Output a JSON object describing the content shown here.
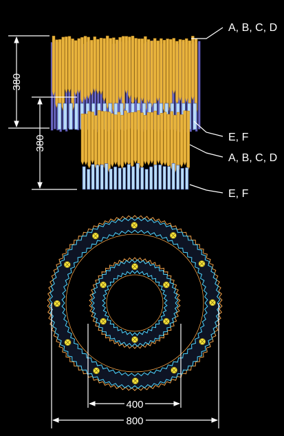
{
  "elevation": {
    "height_upper": "380",
    "height_lower": "380",
    "callouts": [
      "A, B, C, D",
      "E, F",
      "A, B, C, D",
      "E, F"
    ]
  },
  "plan": {
    "diameter_inner": "400",
    "diameter_outer": "800"
  },
  "colors": {
    "background": "#000000",
    "gold": "#e9b43d",
    "gold_dark": "#b07c1a",
    "purple": "#6a67c2",
    "blue_light": "#b9dcf6",
    "cyan": "#4fd6ff",
    "orange": "#f0a14a",
    "ring": "#0e1424",
    "bulb": "#f7e33c",
    "line": "#ffffff"
  }
}
